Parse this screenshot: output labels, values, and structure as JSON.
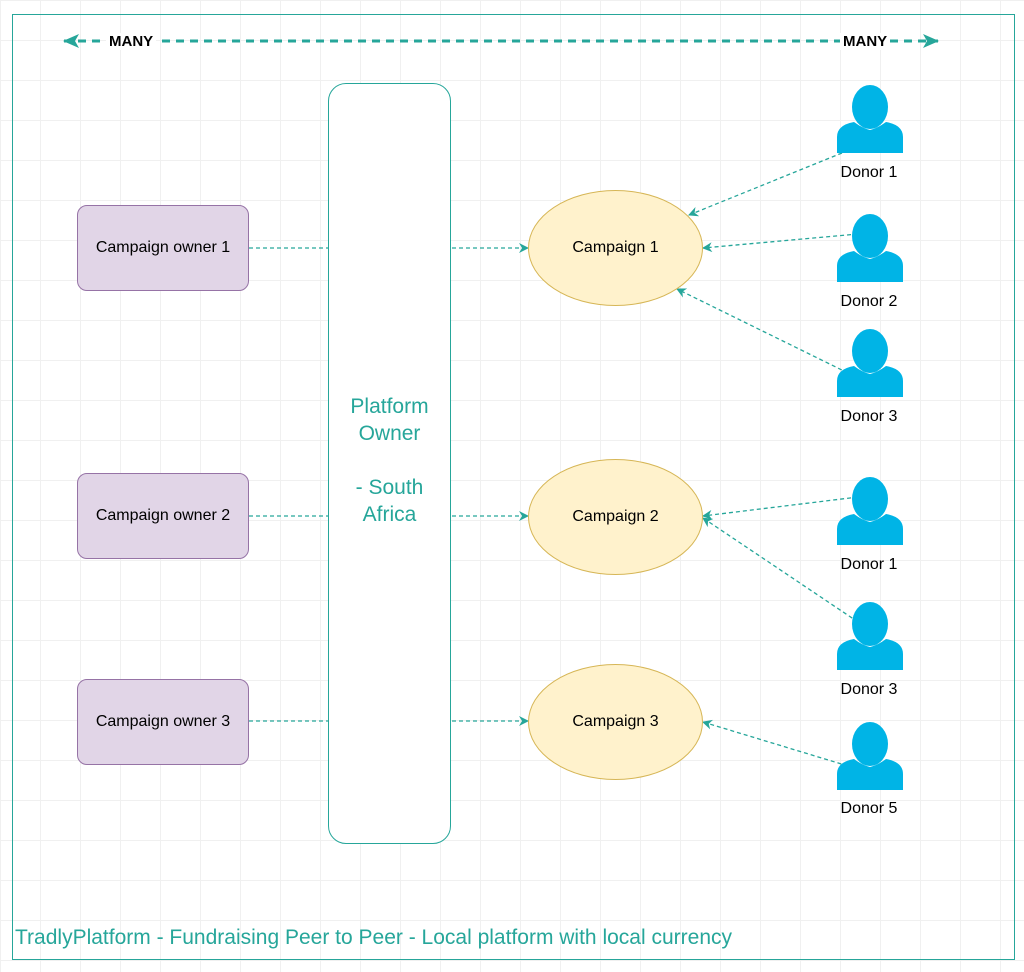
{
  "top_arrow": {
    "left_label": "MANY",
    "right_label": "MANY"
  },
  "owners": [
    {
      "label": "Campaign owner 1"
    },
    {
      "label": "Campaign owner 2"
    },
    {
      "label": "Campaign owner 3"
    }
  ],
  "platform": {
    "label": "Platform\nOwner\n\n- South\nAfrica"
  },
  "campaigns": [
    {
      "label": "Campaign 1"
    },
    {
      "label": "Campaign 2"
    },
    {
      "label": "Campaign 3"
    }
  ],
  "donors": [
    {
      "label": "Donor 1"
    },
    {
      "label": "Donor 2"
    },
    {
      "label": "Donor 3"
    },
    {
      "label": "Donor 1"
    },
    {
      "label": "Donor 3"
    },
    {
      "label": "Donor 5"
    }
  ],
  "footer": {
    "text": "TradlyPlatform - Fundraising Peer to Peer - Local platform with local currency"
  },
  "colors": {
    "accent": "#26a69a",
    "owner_fill": "#e1d5e7",
    "owner_stroke": "#9673a6",
    "campaign_fill": "#fff2cc",
    "campaign_stroke": "#d6b656",
    "donor_icon": "#00b4e6"
  },
  "icons": {
    "donor": "user-icon"
  }
}
